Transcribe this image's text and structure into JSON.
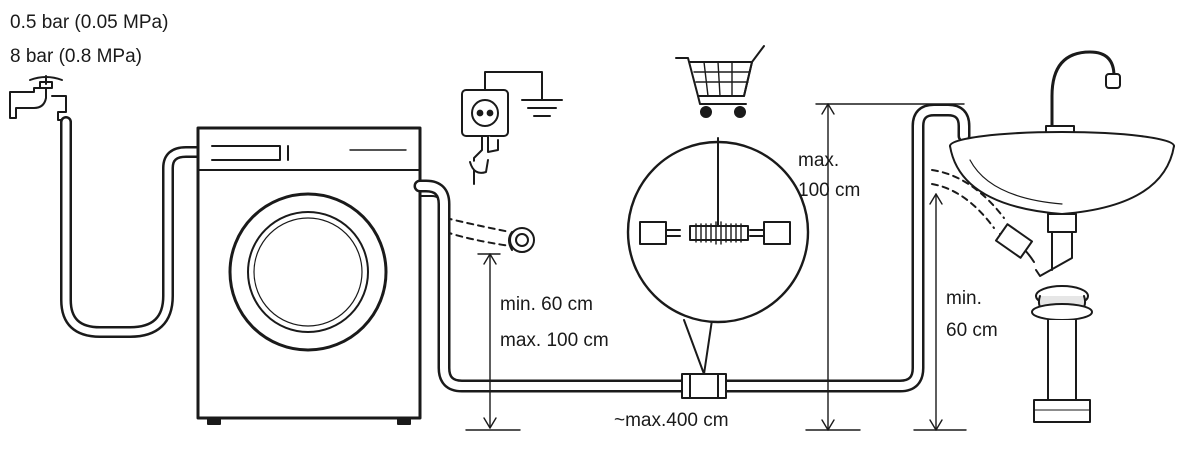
{
  "pressure": {
    "min": "0.5 bar (0.05 MPa)",
    "max": "8 bar (0.8 MPa)"
  },
  "drain_height": {
    "min_line1": "min. 60 cm",
    "max_line2": "max. 100 cm"
  },
  "hose_peak": {
    "line1": "max.",
    "line2": "100 cm"
  },
  "sink_height": {
    "line1": "min.",
    "line2": "60 cm"
  },
  "hose_length": "~max.400 cm",
  "icons": {
    "tap": "water-tap-icon",
    "socket": "power-socket-icon",
    "ground": "ground-symbol-icon",
    "cart": "shopping-cart-icon"
  },
  "colors": {
    "line": "#1a1a1a",
    "fill": "#ffffff",
    "shade": "#e6e6e6"
  }
}
